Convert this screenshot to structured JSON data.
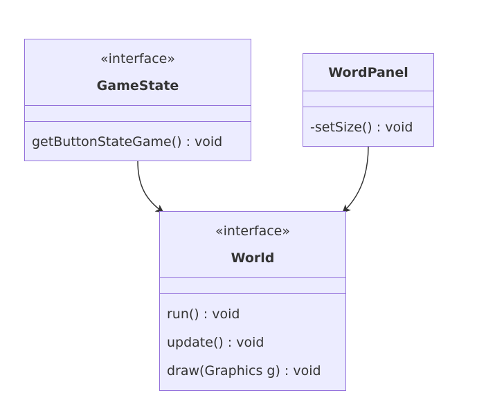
{
  "classes": {
    "gamestate": {
      "stereotype": "«interface»",
      "name": "GameState",
      "methods": [
        "getButtonStateGame() : void"
      ]
    },
    "wordpanel": {
      "name": "WordPanel",
      "methods": [
        "-setSize() : void"
      ]
    },
    "world": {
      "stereotype": "«interface»",
      "name": "World",
      "methods": [
        "run() : void",
        "update() : void",
        "draw(Graphics g) : void"
      ]
    }
  },
  "edges": [
    {
      "from": "GameState",
      "to": "World",
      "type": "association"
    },
    {
      "from": "WordPanel",
      "to": "World",
      "type": "association"
    }
  ],
  "colors": {
    "node_fill": "#ECECFF",
    "node_border": "#9370DB",
    "text": "#333333",
    "edge": "#333333"
  }
}
